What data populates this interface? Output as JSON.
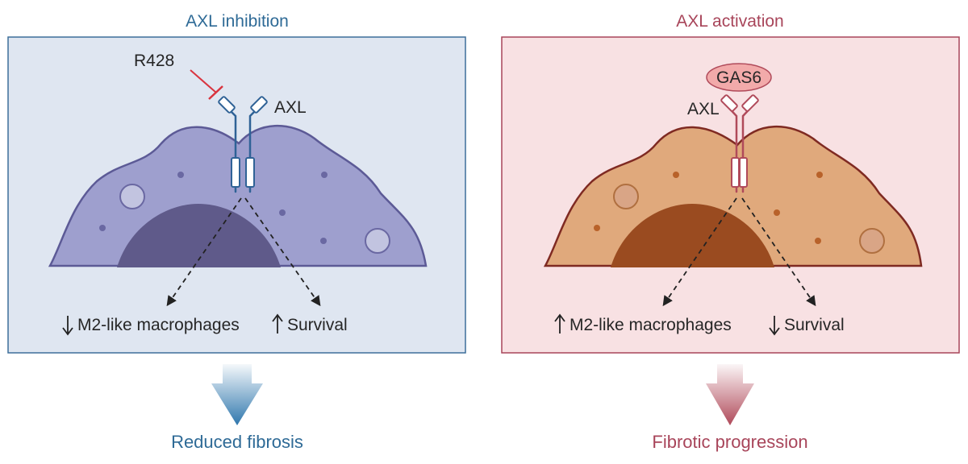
{
  "left_panel": {
    "title": "AXL inhibition",
    "inhibitor_label": "R428",
    "receptor_label": "AXL",
    "effect_down": "M2-like macrophages",
    "effect_up": "Survival",
    "outcome": "Reduced fibrosis"
  },
  "right_panel": {
    "title": "AXL activation",
    "ligand_label": "GAS6",
    "receptor_label": "AXL",
    "effect_up": "M2-like macrophages",
    "effect_down": "Survival",
    "outcome": "Fibrotic progression"
  },
  "icons": {
    "up": "up-arrow-icon",
    "down": "down-arrow-icon",
    "inhibit": "inhibition-bar-icon",
    "outcome": "down-block-arrow-icon"
  },
  "colors": {
    "left_title": "#2e6a96",
    "right_title": "#a8455a",
    "left_bg": "#dfe6f1",
    "right_bg": "#f8e1e3",
    "left_cell": "#9e9fce",
    "right_cell": "#e0a97c",
    "left_nucleus": "#5f5a8a",
    "right_nucleus": "#9a4b20",
    "inhibitor": "#d9343f"
  }
}
